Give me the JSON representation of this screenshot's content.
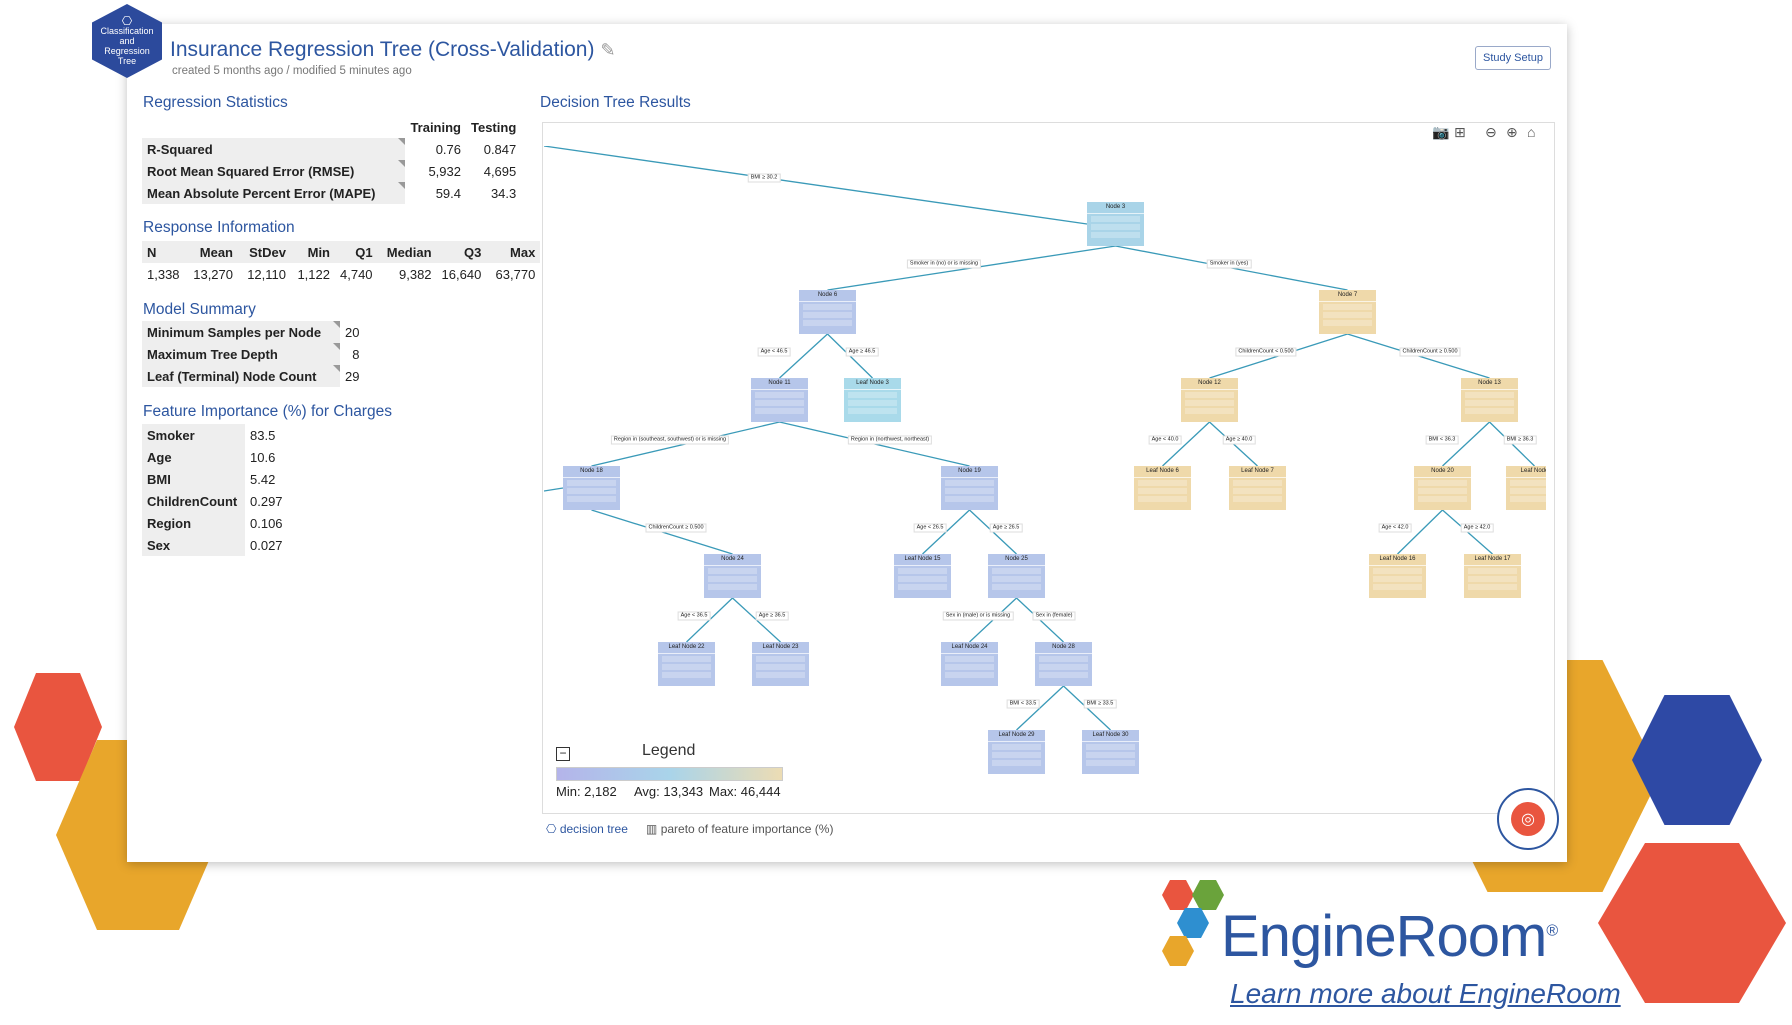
{
  "badge_lines": [
    "Classification",
    "and",
    "Regression",
    "Tree"
  ],
  "header": {
    "title": "Insurance Regression Tree (Cross-Validation)",
    "subtitle": "created 5 months ago / modified 5 minutes ago",
    "study_setup": "Study Setup"
  },
  "regression_statistics": {
    "heading": "Regression Statistics",
    "columns": [
      "Training",
      "Testing"
    ],
    "rows": [
      {
        "label": "R-Squared",
        "training": "0.76",
        "testing": "0.847"
      },
      {
        "label": "Root Mean Squared Error (RMSE)",
        "training": "5,932",
        "testing": "4,695"
      },
      {
        "label": "Mean Absolute Percent Error (MAPE)",
        "training": "59.4",
        "testing": "34.3"
      }
    ]
  },
  "response_information": {
    "heading": "Response Information",
    "columns": [
      "N",
      "Mean",
      "StDev",
      "Min",
      "Q1",
      "Median",
      "Q3",
      "Max"
    ],
    "values": [
      "1,338",
      "13,270",
      "12,110",
      "1,122",
      "4,740",
      "9,382",
      "16,640",
      "63,770"
    ]
  },
  "model_summary": {
    "heading": "Model Summary",
    "rows": [
      {
        "label": "Minimum Samples per Node",
        "value": "20"
      },
      {
        "label": "Maximum Tree Depth",
        "value": "8"
      },
      {
        "label": "Leaf (Terminal) Node Count",
        "value": "29"
      }
    ]
  },
  "feature_importance": {
    "heading": "Feature Importance (%) for Charges",
    "rows": [
      {
        "label": "Smoker",
        "value": "83.5"
      },
      {
        "label": "Age",
        "value": "10.6"
      },
      {
        "label": "BMI",
        "value": "5.42"
      },
      {
        "label": "ChildrenCount",
        "value": "0.297"
      },
      {
        "label": "Region",
        "value": "0.106"
      },
      {
        "label": "Sex",
        "value": "0.027"
      }
    ]
  },
  "tree": {
    "heading": "Decision Tree Results",
    "nodes": [
      {
        "id": "n3",
        "label": "Node 3",
        "color": "#a9d4e8"
      },
      {
        "id": "n6",
        "label": "Node 6",
        "color": "#b6c6ea"
      },
      {
        "id": "n7",
        "label": "Node 7",
        "color": "#efd9aa"
      },
      {
        "id": "n11",
        "label": "Node 11",
        "color": "#b6c6ea"
      },
      {
        "id": "l3",
        "label": "Leaf Node 3",
        "color": "#a9daea"
      },
      {
        "id": "n12",
        "label": "Node 12",
        "color": "#efd9aa"
      },
      {
        "id": "n13",
        "label": "Node 13",
        "color": "#efd9aa"
      },
      {
        "id": "n18",
        "label": "Node 18",
        "color": "#b6c6ea"
      },
      {
        "id": "n19",
        "label": "Node 19",
        "color": "#b6c6ea"
      },
      {
        "id": "l6",
        "label": "Leaf Node 6",
        "color": "#efd9aa"
      },
      {
        "id": "l7",
        "label": "Leaf Node 7",
        "color": "#efd9aa"
      },
      {
        "id": "n20",
        "label": "Node 20",
        "color": "#efd9aa"
      },
      {
        "id": "l8",
        "label": "Leaf Node",
        "color": "#efd9aa"
      },
      {
        "id": "n24",
        "label": "Node 24",
        "color": "#b6c6ea"
      },
      {
        "id": "l15",
        "label": "Leaf Node 15",
        "color": "#b6c6ea"
      },
      {
        "id": "n25",
        "label": "Node 25",
        "color": "#b6c6ea"
      },
      {
        "id": "l16",
        "label": "Leaf Node 16",
        "color": "#efd9aa"
      },
      {
        "id": "l17",
        "label": "Leaf Node 17",
        "color": "#efd9aa"
      },
      {
        "id": "l22",
        "label": "Leaf Node 22",
        "color": "#b6c6ea"
      },
      {
        "id": "l23",
        "label": "Leaf Node 23",
        "color": "#b6c6ea"
      },
      {
        "id": "l24",
        "label": "Leaf Node 24",
        "color": "#b6c6ea"
      },
      {
        "id": "n28",
        "label": "Node 28",
        "color": "#b6c6ea"
      },
      {
        "id": "l29",
        "label": "Leaf Node 29",
        "color": "#b6c6ea"
      },
      {
        "id": "l30",
        "label": "Leaf Node 30",
        "color": "#b6c6ea"
      }
    ],
    "edge_labels": [
      {
        "id": "e0",
        "text": "BMI ≥ 30.2"
      },
      {
        "id": "e1",
        "text": "Smoker in (no) or is missing"
      },
      {
        "id": "e2",
        "text": "Smoker in (yes)"
      },
      {
        "id": "e3",
        "text": "Age < 46.5"
      },
      {
        "id": "e4",
        "text": "Age ≥ 46.5"
      },
      {
        "id": "e5",
        "text": "ChildrenCount < 0.500"
      },
      {
        "id": "e6",
        "text": "ChildrenCount ≥ 0.500"
      },
      {
        "id": "e7",
        "text": "Region in (southeast, southwest) or is missing"
      },
      {
        "id": "e8",
        "text": "Region in (northwest, northeast)"
      },
      {
        "id": "e9",
        "text": "Age < 40.0"
      },
      {
        "id": "e10",
        "text": "Age ≥ 40.0"
      },
      {
        "id": "e11",
        "text": "BMI < 36.3"
      },
      {
        "id": "e12",
        "text": "BMI ≥ 36.3"
      },
      {
        "id": "e13",
        "text": "ChildrenCount ≥ 0.500"
      },
      {
        "id": "e14",
        "text": "Age < 26.5"
      },
      {
        "id": "e15",
        "text": "Age ≥ 26.5"
      },
      {
        "id": "e16",
        "text": "Age < 42.0"
      },
      {
        "id": "e17",
        "text": "Age ≥ 42.0"
      },
      {
        "id": "e18",
        "text": "Age < 36.5"
      },
      {
        "id": "e19",
        "text": "Age ≥ 36.5"
      },
      {
        "id": "e20",
        "text": "Sex in (male) or is missing"
      },
      {
        "id": "e21",
        "text": "Sex in (female)"
      },
      {
        "id": "e22",
        "text": "BMI < 33.5"
      },
      {
        "id": "e23",
        "text": "BMI ≥ 33.5"
      }
    ]
  },
  "legend": {
    "title": "Legend",
    "min": "Min: 2,182",
    "avg": "Avg: 13,343",
    "max": "Max: 46,444"
  },
  "tabs": {
    "decision_tree": "decision tree",
    "pareto": "pareto of feature importance (%)"
  },
  "brand": {
    "logo": "EngineRoom",
    "registered": "®",
    "link": "Learn more about EngineRoom"
  }
}
